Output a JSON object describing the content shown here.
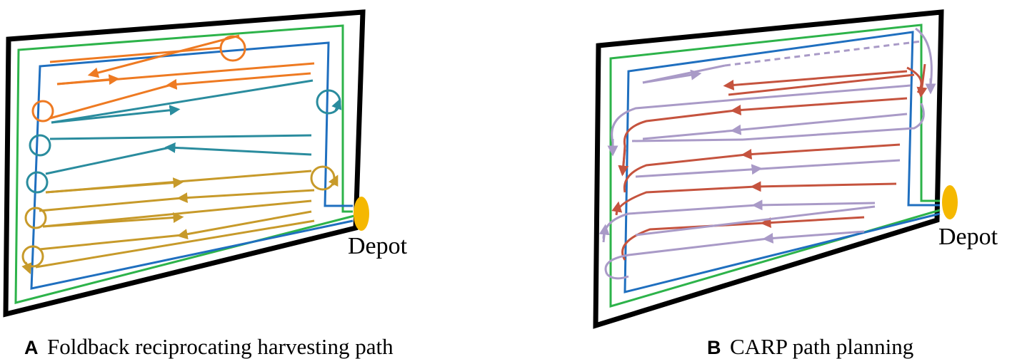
{
  "panels": [
    {
      "id": "A",
      "letter": "A",
      "caption": "Foldback reciprocating harvesting path",
      "depot_label": "Depot"
    },
    {
      "id": "B",
      "letter": "B",
      "caption": "CARP path planning",
      "depot_label": "Depot"
    }
  ],
  "colors": {
    "field_border": "#000000",
    "outer_headland": "#2db34a",
    "inner_headland": "#1f6fbf",
    "depot": "#f5b800",
    "path_orange": "#ee7a22",
    "path_teal": "#2a8c9e",
    "path_gold": "#c79a2a",
    "path_red": "#c5533e",
    "path_lavender": "#a99ac7"
  }
}
